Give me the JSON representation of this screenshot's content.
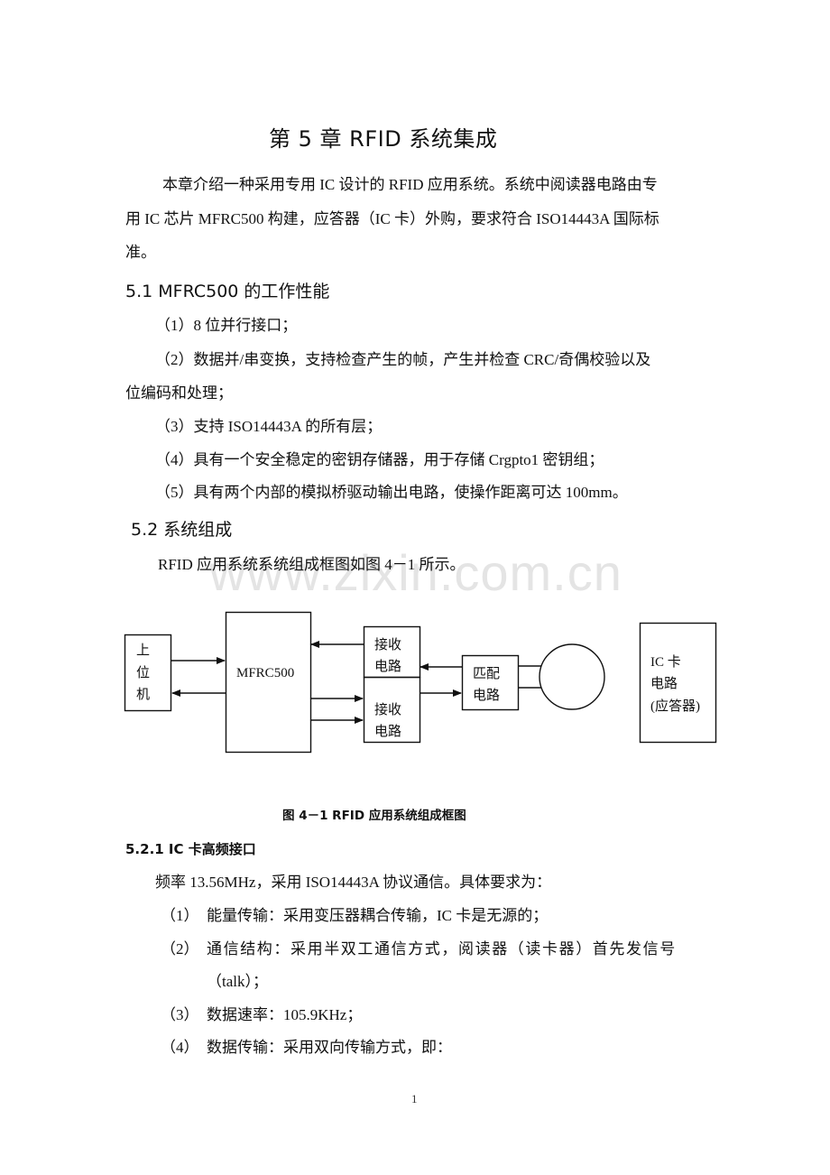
{
  "watermark": "www.zixin.com.cn",
  "chapter_title": "第 5 章 RFID 系统集成",
  "intro": {
    "line1": "本章介绍一种采用专用 IC 设计的 RFID 应用系统。系统中阅读器电路由专",
    "line2": "用 IC 芯片 MFRC500 构建，应答器（IC 卡）外购，要求符合 ISO14443A 国际标",
    "line3": "准。"
  },
  "section_5_1": {
    "heading": "5.1 MFRC500 的工作性能",
    "items": [
      "（1）8 位并行接口；",
      "（2）数据并/串变换，支持检查产生的帧，产生并检查 CRC/奇偶校验以及",
      "位编码和处理；",
      "（3）支持 ISO14443A 的所有层；",
      "（4）具有一个安全稳定的密钥存储器，用于存储 Crgpto1 密钥组；",
      "（5）具有两个内部的模拟桥驱动输出电路，使操作距离可达 100mm。"
    ]
  },
  "section_5_2": {
    "heading": "5.2  系统组成",
    "text": "RFID 应用系统系统组成框图如图 4－1 所示。"
  },
  "diagram": {
    "host": [
      "上",
      "位",
      "机"
    ],
    "mfrc": "MFRC500",
    "rx_top": [
      "接收",
      "电路"
    ],
    "rx_bottom": [
      "接收",
      "电路"
    ],
    "match": [
      "匹配",
      "电路"
    ],
    "card": [
      "IC 卡",
      "电路",
      "(应答器)"
    ],
    "caption": "图 4－1   RFID 应用系统组成框图"
  },
  "section_5_2_1": {
    "heading": "5.2.1 IC 卡高频接口",
    "intro": "频率 13.56MHz，采用 ISO14443A 协议通信。具体要求为：",
    "items": [
      {
        "num": "（1）",
        "text": "能量传输：采用变压器耦合传输，IC 卡是无源的；"
      },
      {
        "num": "（2）",
        "text": "通信结构：采用半双工通信方式，阅读器（读卡器）首先发信号"
      },
      {
        "num": "",
        "text": "（talk）；"
      },
      {
        "num": "（3）",
        "text": "数据速率：105.9KHz；"
      },
      {
        "num": "（4）",
        "text": "数据传输：采用双向传输方式，即："
      }
    ]
  },
  "page_number": "1"
}
